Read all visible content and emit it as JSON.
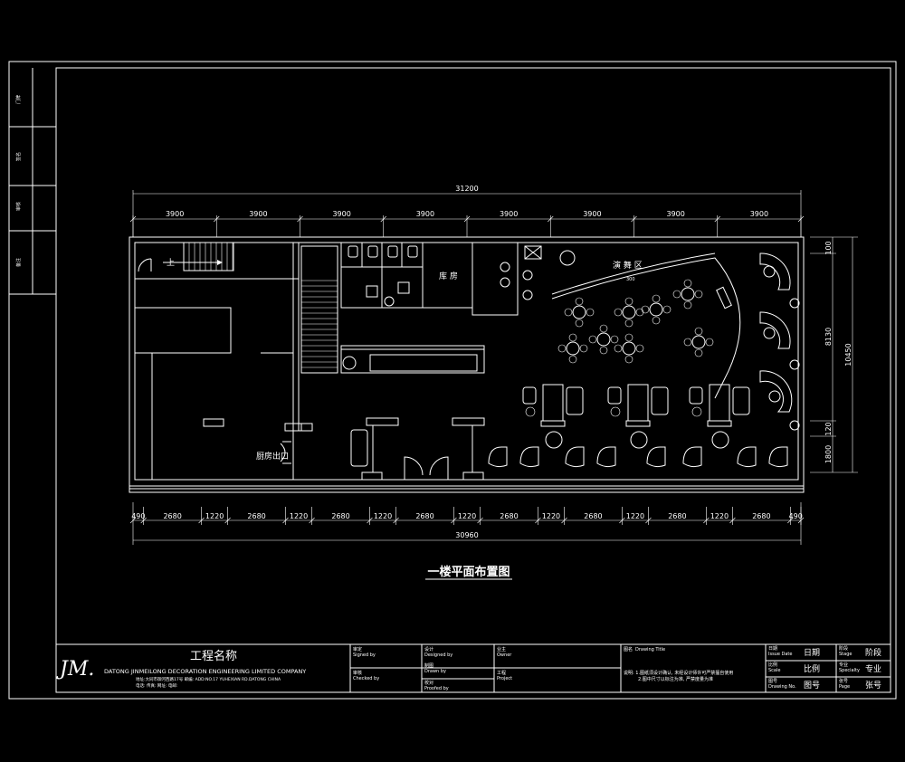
{
  "drawing": {
    "title": "一楼平面布置图",
    "top_total": "31200",
    "top_segments": [
      "3900",
      "3900",
      "3900",
      "3900",
      "3900",
      "3900",
      "3900",
      "3900"
    ],
    "bottom_segments": [
      "490",
      "2680",
      "1220",
      "2680",
      "1220",
      "2680",
      "1220",
      "2680",
      "1220",
      "2680",
      "1220",
      "2680",
      "1220",
      "2680",
      "1220",
      "2680",
      "490"
    ],
    "bottom_total": "30960",
    "right_dims": [
      "100",
      "8130",
      "120",
      "1800"
    ],
    "right_total": "10450",
    "rooms": {
      "stairs_up": "上",
      "kitchen_exit": "厨房出口",
      "storage": "库 房",
      "stage": "演 舞 区",
      "stage_small": "300"
    }
  },
  "left_strip": [
    "门牌",
    "签名",
    "审核",
    "备注"
  ],
  "title_block": {
    "logo": "JM.",
    "project_name_label": "工程名称",
    "company_en": "DATONG JINMEILONG DECORATION ENGINEERING LIMITED COMPANY",
    "address_line": "地址:大同市御河西路17号 邮编:    ADD:NO.17 YUHEXIAN RD.DATONG CHINA",
    "contact_line": "电话:        传真:        网址:        电邮:",
    "signed_cn": "审定",
    "signed_en": "Signed by",
    "checked_cn": "审核",
    "checked_en": "Checked by",
    "designed_cn": "设计",
    "designed_en": "Designed by",
    "drawn_cn": "制图",
    "drawn_en": "Drawn by",
    "proofed_cn": "校对",
    "proofed_en": "Proofed by",
    "owner_cn": "业主",
    "owner_en": "Owner",
    "project_cn": "工程",
    "project_en": "Project",
    "drawing_title_cn": "图名",
    "drawing_title_en": "Drawing Title",
    "note_1": "说明: 1.图纸须设计确认, 未经设计师许可严禁擅自使用",
    "note_2": "2.图中尺寸以标注为准, 严禁度量为准",
    "issue_cn": "日期",
    "issue_en": "Issue Date",
    "issue_value": "日期",
    "stage_cn": "阶段",
    "stage_en": "Stage",
    "stage_value": "阶段",
    "scale_cn": "比例",
    "scale_en": "Scale",
    "scale_value": "比例",
    "specialty_cn": "专业",
    "specialty_en": "Specialty",
    "specialty_value": "专业",
    "drawing_no_cn": "图号",
    "drawing_no_en": "Drawing No.",
    "drawing_no_value": "图号",
    "page_cn": "张号",
    "page_en": "Page",
    "page_value": "张号"
  }
}
